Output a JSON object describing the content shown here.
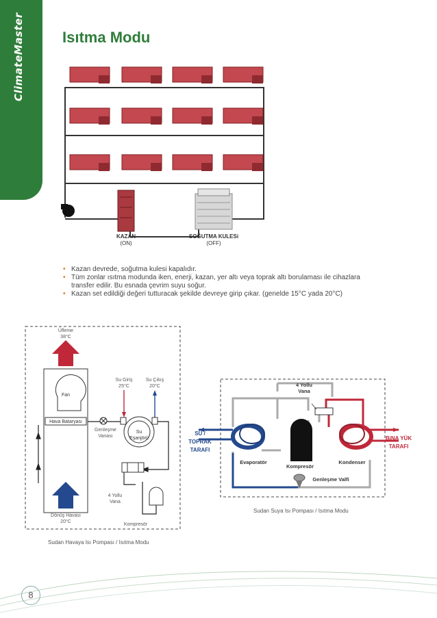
{
  "brand": "ClimateMaster",
  "page_title": "Isıtma Modu",
  "top_diagram": {
    "boiler_label": "KAZAN",
    "boiler_state": "(ON)",
    "tower_label": "SOĞUTMA KULESi",
    "tower_state": "(OFF)"
  },
  "bullets": [
    "Kazan devrede, soğutma kulesi kapalıdır.",
    "Tüm zonlar ısıtma modunda  iken, enerji, kazan, yer altı veya toprak altı borulaması ile cihazlara",
    "transfer edilir. Bu esnada çevrim suyu soğur.",
    "Kazan set edildiği değeri tutturacak şekilde devreye girip çıkar. (genelde 15°C yada 20°C)"
  ],
  "air_diagram": {
    "supply_label": "Üfleme",
    "supply_temp": "38°C",
    "fan": "Fan",
    "coil": "Hava Bataryası",
    "water_in_label": "Su Giriş",
    "water_in_temp": "25°C",
    "water_out_label": "Su Çıkış",
    "water_out_temp": "20°C",
    "exp_valve_1": "Genleşme",
    "exp_valve_2": "Vanası",
    "hx_1": "Su",
    "hx_2": "Eşanjörü",
    "valve_1": "4 Yollu",
    "valve_2": "Vana",
    "return_1": "Dönüş Havası",
    "return_2": "20°C",
    "compressor": "Kompresör",
    "caption": "Sudan Havaya  Isı Pompası / Isıtma Modu"
  },
  "water_diagram": {
    "left_1": "SU /",
    "left_2": "TOPRAK",
    "left_3": "TARAFI",
    "right_1": "BiNA YÜK",
    "right_2": "TARAFI",
    "valve_1": "4 Yollu",
    "valve_2": "Vana",
    "evaporator": "Evaporatör",
    "compressor": "Kompresör",
    "condenser": "Kondenser",
    "expansion": "Genleşme Valfi",
    "caption": "Sudan Suya Isı Pompası / Isıtma Modu"
  },
  "page_number": "8",
  "colors": {
    "green": "#2f7d3a",
    "red": "#c0283a",
    "blue": "#24498e",
    "unit": "#c4484f",
    "orange": "#e07f2d"
  }
}
